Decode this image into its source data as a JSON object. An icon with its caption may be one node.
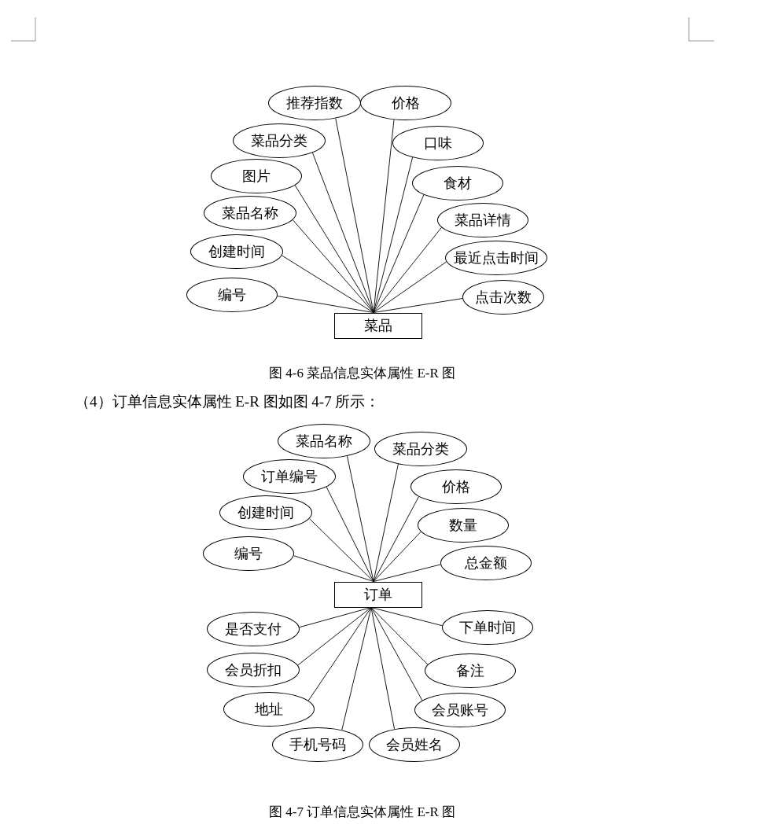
{
  "diagram": {
    "caption": "图 4-7 订单信息实体属性 E-R 图",
    "nodes": [
      {
        "text": [
          "推荐指数"
        ]
      },
      {
        "text": [
          "价格"
        ]
      },
      {
        "text": [
          "菜品分类"
        ]
      },
      {
        "text": [
          "口味"
        ]
      },
      {
        "text": [
          "图片"
        ]
      },
      {
        "text": [
          "食材"
        ]
      },
      {
        "text": [
          "菜品名称"
        ]
      },
      {
        "text": [
          "菜品详情"
        ]
      },
      {
        "text": [
          "创建时间"
        ]
      },
      {
        "text": [
          "最近点击时间"
        ]
      },
      {
        "text": [
          "编号"
        ]
      },
      {
        "text": [
          "点击次数"
        ]
      },
      {
        "text": [
          "菜品"
        ]
      },
      {
        "text": [
          "菜品名称"
        ]
      },
      {
        "text": [
          "菜品分类"
        ]
      },
      {
        "text": [
          "订单编号"
        ]
      },
      {
        "text": [
          "价格"
        ]
      },
      {
        "text": [
          "创建时间"
        ]
      },
      {
        "text": [
          "数量"
        ]
      },
      {
        "text": [
          "编号"
        ]
      },
      {
        "text": [
          "总金额"
        ]
      },
      {
        "text": [
          "订单"
        ]
      },
      {
        "text": [
          "是否支付"
        ]
      },
      {
        "text": [
          "下单时间"
        ]
      },
      {
        "text": [
          "会员折扣"
        ]
      },
      {
        "text": [
          "备注"
        ]
      },
      {
        "text": [
          "地址"
        ]
      },
      {
        "text": [
          "会员账号"
        ]
      },
      {
        "text": [
          "手机号码"
        ]
      },
      {
        "text": [
          "会员姓名"
        ]
      }
    ],
    "edges": [
      {
        "from": 12,
        "to": 0,
        "arrow": "none"
      },
      {
        "from": 12,
        "to": 1,
        "arrow": "none"
      },
      {
        "from": 12,
        "to": 2,
        "arrow": "none"
      },
      {
        "from": 12,
        "to": 3,
        "arrow": "none"
      },
      {
        "from": 12,
        "to": 4,
        "arrow": "none"
      },
      {
        "from": 12,
        "to": 5,
        "arrow": "none"
      },
      {
        "from": 12,
        "to": 6,
        "arrow": "none"
      },
      {
        "from": 12,
        "to": 7,
        "arrow": "none"
      },
      {
        "from": 12,
        "to": 8,
        "arrow": "none"
      },
      {
        "from": 12,
        "to": 9,
        "arrow": "none"
      },
      {
        "from": 12,
        "to": 10,
        "arrow": "none"
      },
      {
        "from": 12,
        "to": 11,
        "arrow": "none"
      },
      {
        "from": 21,
        "to": 13,
        "arrow": "none"
      },
      {
        "from": 21,
        "to": 14,
        "arrow": "none"
      },
      {
        "from": 21,
        "to": 15,
        "arrow": "none"
      },
      {
        "from": 21,
        "to": 16,
        "arrow": "none"
      },
      {
        "from": 21,
        "to": 17,
        "arrow": "none"
      },
      {
        "from": 21,
        "to": 18,
        "arrow": "none"
      },
      {
        "from": 21,
        "to": 19,
        "arrow": "none"
      },
      {
        "from": 21,
        "to": 20,
        "arrow": "none"
      },
      {
        "from": 21,
        "to": 22,
        "arrow": "none"
      },
      {
        "from": 21,
        "to": 23,
        "arrow": "none"
      },
      {
        "from": 21,
        "to": 24,
        "arrow": "none"
      },
      {
        "from": 21,
        "to": 25,
        "arrow": "none"
      },
      {
        "from": 21,
        "to": 26,
        "arrow": "none"
      },
      {
        "from": 21,
        "to": 27,
        "arrow": "none"
      },
      {
        "from": 21,
        "to": 28,
        "arrow": "none"
      },
      {
        "from": 21,
        "to": 29,
        "arrow": "none"
      }
    ],
    "labels": [
      "图 4-6 菜品信息实体属性 E-R 图",
      "（4）订单信息实体属性 E-R 图如图 4-7 所示："
    ]
  }
}
